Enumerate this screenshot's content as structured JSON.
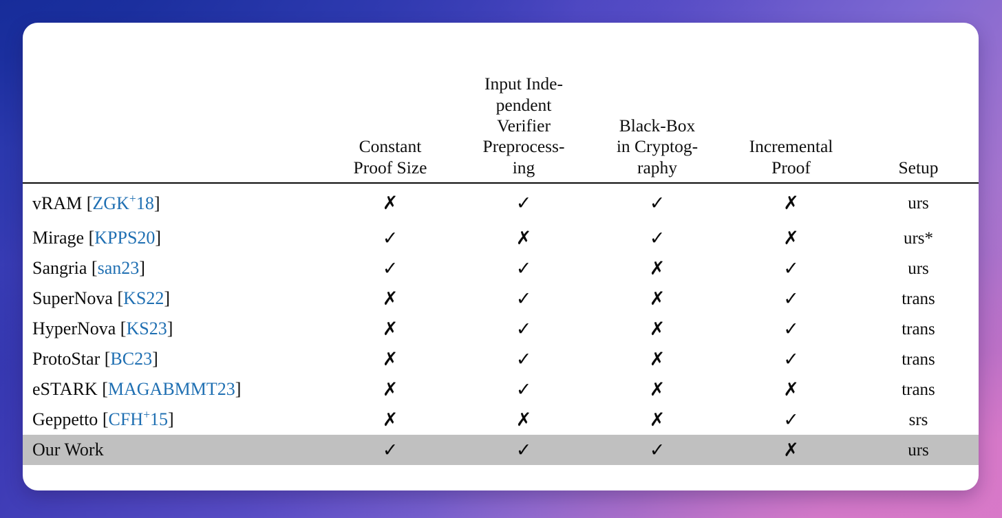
{
  "background": {
    "top_left_color": "#1b2f9e",
    "top_right_color": "#5a4fc4",
    "bottom_left_color": "#8b7bd8",
    "bottom_right_color": "#cc6fc0"
  },
  "card": {
    "background_color": "#ffffff",
    "highlight_color": "#c0c0c0",
    "citation_color": "#1f6fb2",
    "rule_color": "#0b0b0b"
  },
  "table": {
    "columns": [
      {
        "key": "scheme",
        "label": ""
      },
      {
        "key": "cps",
        "label": "Constant Proof Size"
      },
      {
        "key": "iivp",
        "label": "Input Inde­pendent Verifier Preprocess­ing"
      },
      {
        "key": "bbc",
        "label": "Black-Box in Cryptog­raphy"
      },
      {
        "key": "inc",
        "label": "Incremental Proof"
      },
      {
        "key": "setup",
        "label": "Setup"
      }
    ],
    "column_labels": {
      "cps_line1": "Constant",
      "cps_line2": "Proof Size",
      "iivp_line1": "Input Inde-",
      "iivp_line2": "pendent",
      "iivp_line3": "Verifier",
      "iivp_line4": "Preprocess-",
      "iivp_line5": "ing",
      "bbc_line1": "Black-Box",
      "bbc_line2": "in Cryptog-",
      "bbc_line3": "raphy",
      "inc_line1": "Incremental",
      "inc_line2": "Proof",
      "setup_line1": "Setup"
    },
    "marks": {
      "yes": "✓",
      "no": "✗"
    },
    "rows": [
      {
        "name_text": "vRAM",
        "cite_open": " [",
        "cite": "ZGK",
        "cite_sup": "+",
        "cite_tail": "18",
        "cite_close": "]",
        "cps": "✗",
        "iivp": "✓",
        "bbc": "✓",
        "inc": "✗",
        "setup": "urs",
        "highlight": false
      },
      {
        "name_text": "Mirage",
        "cite_open": " [",
        "cite": "KPPS20",
        "cite_sup": "",
        "cite_tail": "",
        "cite_close": "]",
        "cps": "✓",
        "iivp": "✗",
        "bbc": "✓",
        "inc": "✗",
        "setup": "urs*",
        "highlight": false
      },
      {
        "name_text": "Sangria",
        "cite_open": " [",
        "cite": "san23",
        "cite_sup": "",
        "cite_tail": "",
        "cite_close": "]",
        "cps": "✓",
        "iivp": "✓",
        "bbc": "✗",
        "inc": "✓",
        "setup": "urs",
        "highlight": false
      },
      {
        "name_text": "SuperNova",
        "cite_open": " [",
        "cite": "KS22",
        "cite_sup": "",
        "cite_tail": "",
        "cite_close": "]",
        "cps": "✗",
        "iivp": "✓",
        "bbc": "✗",
        "inc": "✓",
        "setup": "trans",
        "highlight": false
      },
      {
        "name_text": "HyperNova",
        "cite_open": " [",
        "cite": "KS23",
        "cite_sup": "",
        "cite_tail": "",
        "cite_close": "]",
        "cps": "✗",
        "iivp": "✓",
        "bbc": "✗",
        "inc": "✓",
        "setup": "trans",
        "highlight": false
      },
      {
        "name_text": "ProtoStar",
        "cite_open": " [",
        "cite": "BC23",
        "cite_sup": "",
        "cite_tail": "",
        "cite_close": "]",
        "cps": "✗",
        "iivp": "✓",
        "bbc": "✗",
        "inc": "✓",
        "setup": "trans",
        "highlight": false
      },
      {
        "name_text": "eSTARK",
        "cite_open": " [",
        "cite": "MAGABMMT23",
        "cite_sup": "",
        "cite_tail": "",
        "cite_close": "]",
        "cps": "✗",
        "iivp": "✓",
        "bbc": "✗",
        "inc": "✗",
        "setup": "trans",
        "highlight": false
      },
      {
        "name_text": "Geppetto",
        "cite_open": " [",
        "cite": "CFH",
        "cite_sup": "+",
        "cite_tail": "15",
        "cite_close": "]",
        "cps": "✗",
        "iivp": "✗",
        "bbc": "✗",
        "inc": "✓",
        "setup": "srs",
        "highlight": false
      },
      {
        "name_text": "Our Work",
        "cite_open": "",
        "cite": "",
        "cite_sup": "",
        "cite_tail": "",
        "cite_close": "",
        "cps": "✓",
        "iivp": "✓",
        "bbc": "✓",
        "inc": "✗",
        "setup": "urs",
        "highlight": true
      }
    ]
  }
}
